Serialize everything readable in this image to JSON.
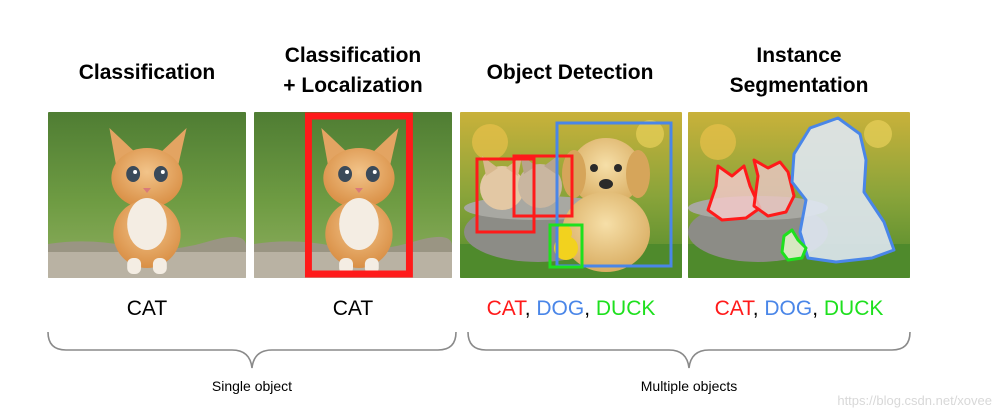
{
  "columns": [
    {
      "title_lines": [
        "Classification"
      ],
      "label_parts": [
        {
          "text": "CAT",
          "color": "#000000"
        }
      ]
    },
    {
      "title_lines": [
        "Classification",
        "+ Localization"
      ],
      "label_parts": [
        {
          "text": "CAT",
          "color": "#000000"
        }
      ]
    },
    {
      "title_lines": [
        "Object Detection"
      ],
      "label_parts": [
        {
          "text": "CAT",
          "color": "#ff1a1a"
        },
        {
          "text": ", ",
          "color": "#000000"
        },
        {
          "text": "DOG",
          "color": "#4a86e8"
        },
        {
          "text": ", ",
          "color": "#000000"
        },
        {
          "text": "DUCK",
          "color": "#1ee01e"
        }
      ]
    },
    {
      "title_lines": [
        "Instance",
        "Segmentation"
      ],
      "label_parts": [
        {
          "text": "CAT",
          "color": "#ff1a1a"
        },
        {
          "text": ", ",
          "color": "#000000"
        },
        {
          "text": "DOG",
          "color": "#4a86e8"
        },
        {
          "text": ", ",
          "color": "#000000"
        },
        {
          "text": "DUCK",
          "color": "#1ee01e"
        }
      ]
    }
  ],
  "groups": [
    {
      "label": "Single object"
    },
    {
      "label": "Multiple objects"
    }
  ],
  "colors": {
    "cat": "#ff1a1a",
    "dog": "#4a86e8",
    "duck": "#1ee01e",
    "brace": "#8a8a8a"
  },
  "watermark": "https://blog.csdn.net/xovee"
}
